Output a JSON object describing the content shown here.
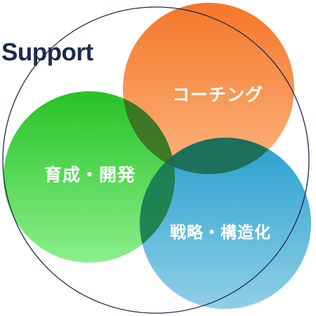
{
  "title": "Support",
  "circles": {
    "coaching": {
      "label": "コーチング",
      "color_top": "#f4711f",
      "color_bottom": "#fbb27a"
    },
    "growth": {
      "label": "育成・開発",
      "color_top": "#1ec01e",
      "color_bottom": "#86ee86"
    },
    "strategy": {
      "label": "戦略・構造化",
      "color_top": "#1e9ccd",
      "color_bottom": "#8ccde6"
    }
  },
  "outline_color": "#1b2a4e"
}
